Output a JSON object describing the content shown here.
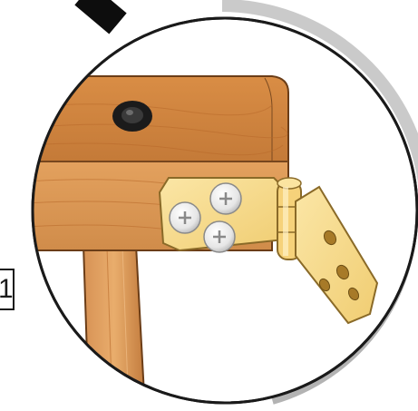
{
  "callout": {
    "step_label": "1"
  },
  "colors": {
    "wood_light": "#e7a25a",
    "wood_dark": "#b8692a",
    "hinge_plate": "#f7d98a",
    "hinge_edge": "#8a6a28",
    "callout_border": "#1a1a1a",
    "leader_line": "#0d0d0d"
  },
  "icons": {
    "bolt": "round-black-bolt-head",
    "screws": "phillips-screw-head",
    "hinge": "barrel-hinge"
  }
}
